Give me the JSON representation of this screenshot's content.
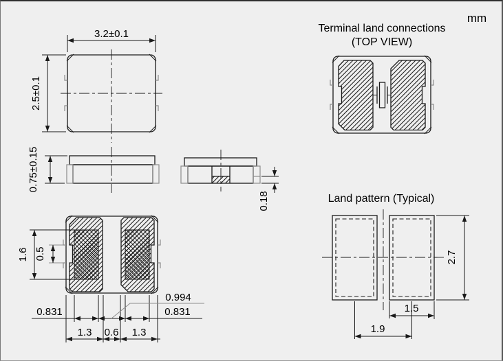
{
  "units_label": "mm",
  "figures": {
    "package_top_view": {
      "width_dim": "3.2±0.1",
      "height_dim": "2.5±0.1"
    },
    "side_view": {
      "height_dim": "0.75±0.15"
    },
    "end_view": {
      "terminal_thickness_dim": "0.18"
    },
    "bottom_view": {
      "pad_length_dim": "1.6",
      "castellation_dim": "0.5",
      "left_inner_dim": "0.831",
      "center_gap_dim": "0.994",
      "right_inner_dim": "0.831",
      "bottom_widths": [
        "1.3",
        "0.6",
        "1.3"
      ]
    },
    "terminal_land": {
      "title": "Terminal land connections",
      "subtitle": "(TOP VIEW)"
    },
    "land_pattern": {
      "title": "Land pattern (Typical)",
      "height_dim": "2.7",
      "pad_width_dim": "1.5",
      "pitch_dim": "1.9"
    }
  },
  "colors": {
    "background": "#efefef",
    "line": "#1a1a1a",
    "aux_line": "#8c8c8c"
  }
}
